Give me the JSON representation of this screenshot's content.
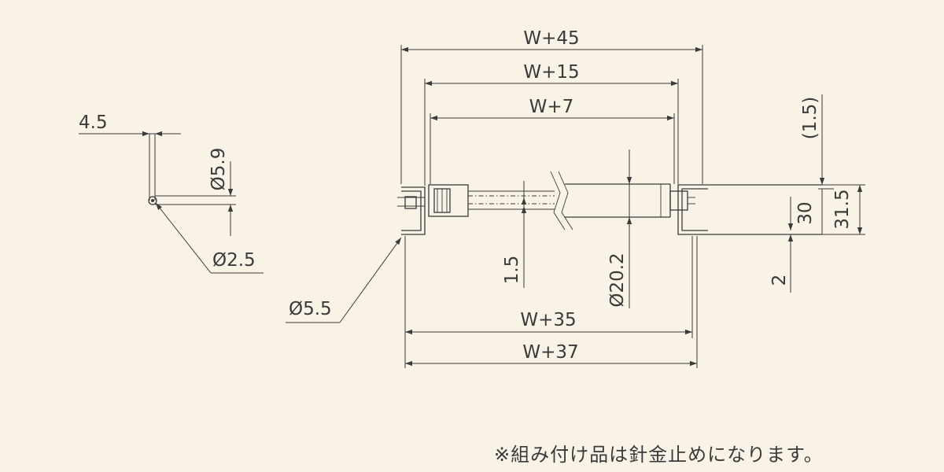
{
  "dimensions": {
    "w45": "W+45",
    "w15": "W+15",
    "w7": "W+7",
    "w35": "W+35",
    "w37": "W+37",
    "d4_5": "4.5",
    "dia5_9": "Ø5.9",
    "dia2_5": "Ø2.5",
    "dia5_5": "Ø5.5",
    "d1_5_vert": "1.5",
    "dia20_2": "Ø20.2",
    "d1_5_paren": "(1.5)",
    "d30": "30",
    "d31_5": "31.5",
    "d2": "2"
  },
  "note": "※組み付け品は針金止めになります。"
}
